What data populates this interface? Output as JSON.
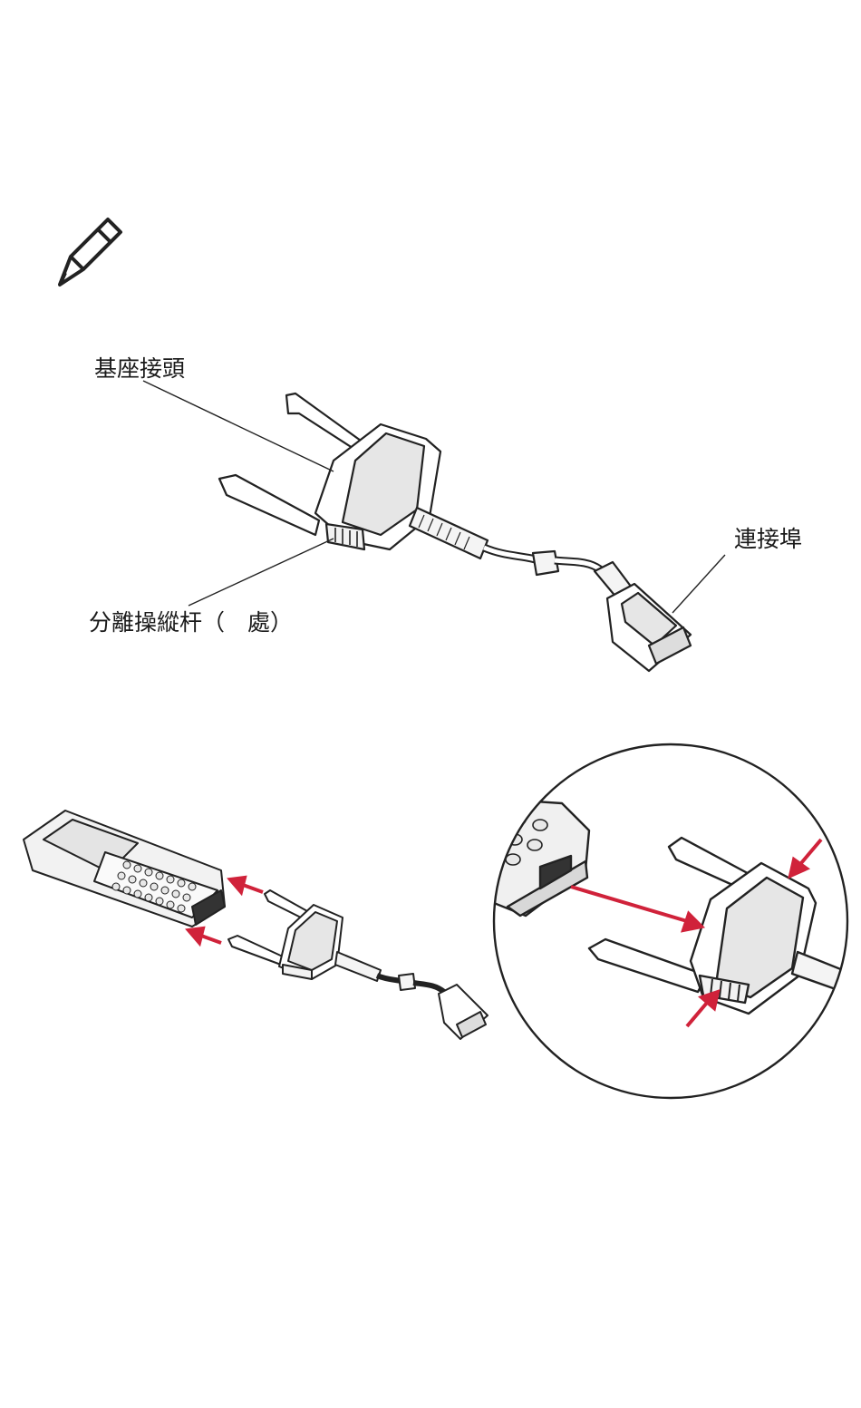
{
  "note_icon": "pencil-note-icon",
  "diagram_top": {
    "labels": {
      "dock_connector": "基座接頭",
      "connector_port": "連接埠",
      "release_levers": "分離操縱杆（　處）"
    }
  },
  "diagram_bottom": {
    "arrow_color": "#d0223a"
  }
}
